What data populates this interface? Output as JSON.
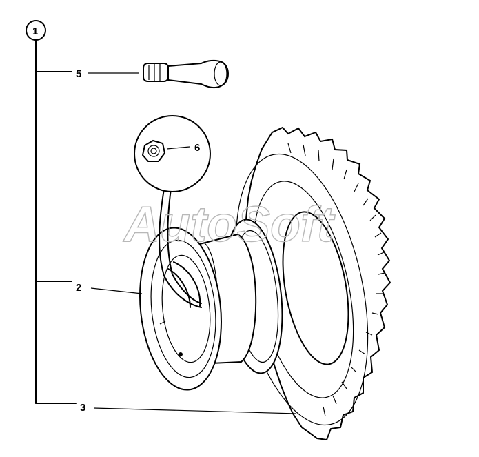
{
  "callouts": {
    "assembly": "1",
    "rim": "2",
    "tire": "3",
    "valve": "5",
    "nut": "6"
  },
  "watermark": "AutoSoft",
  "parts": [
    {
      "name": "valve-stem",
      "callout": "5"
    },
    {
      "name": "rim-nut",
      "callout": "6"
    },
    {
      "name": "wheel-rim",
      "callout": "2"
    },
    {
      "name": "tire",
      "callout": "3"
    }
  ]
}
